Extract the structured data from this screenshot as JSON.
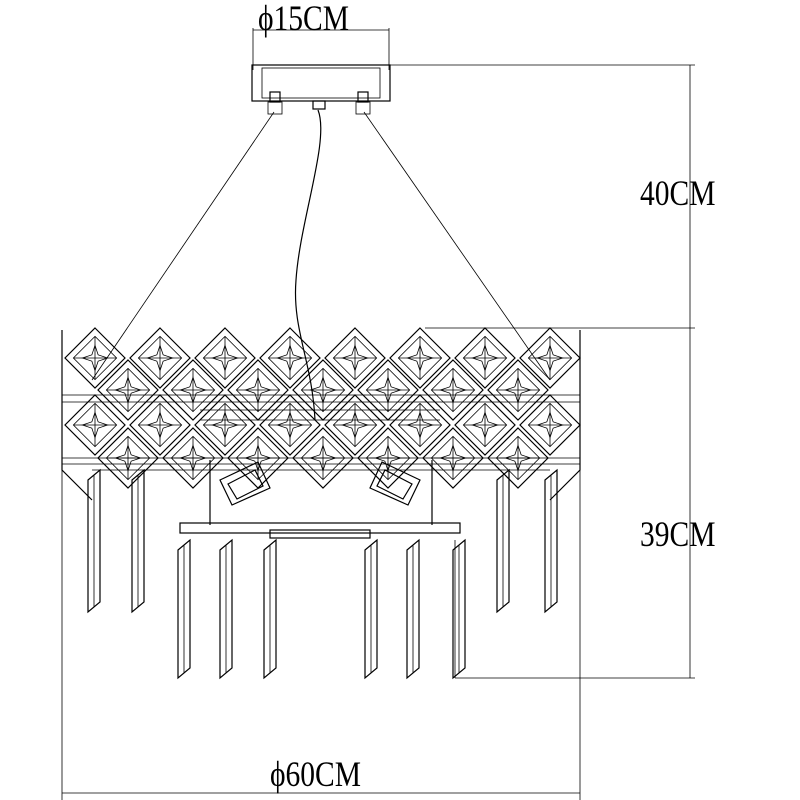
{
  "dimensions": {
    "canopy_diameter": "ϕ15CM",
    "hanging_height": "40CM",
    "body_height": "39CM",
    "body_diameter": "ϕ60CM"
  },
  "colors": {
    "line": "#000000",
    "background": "#ffffff"
  }
}
